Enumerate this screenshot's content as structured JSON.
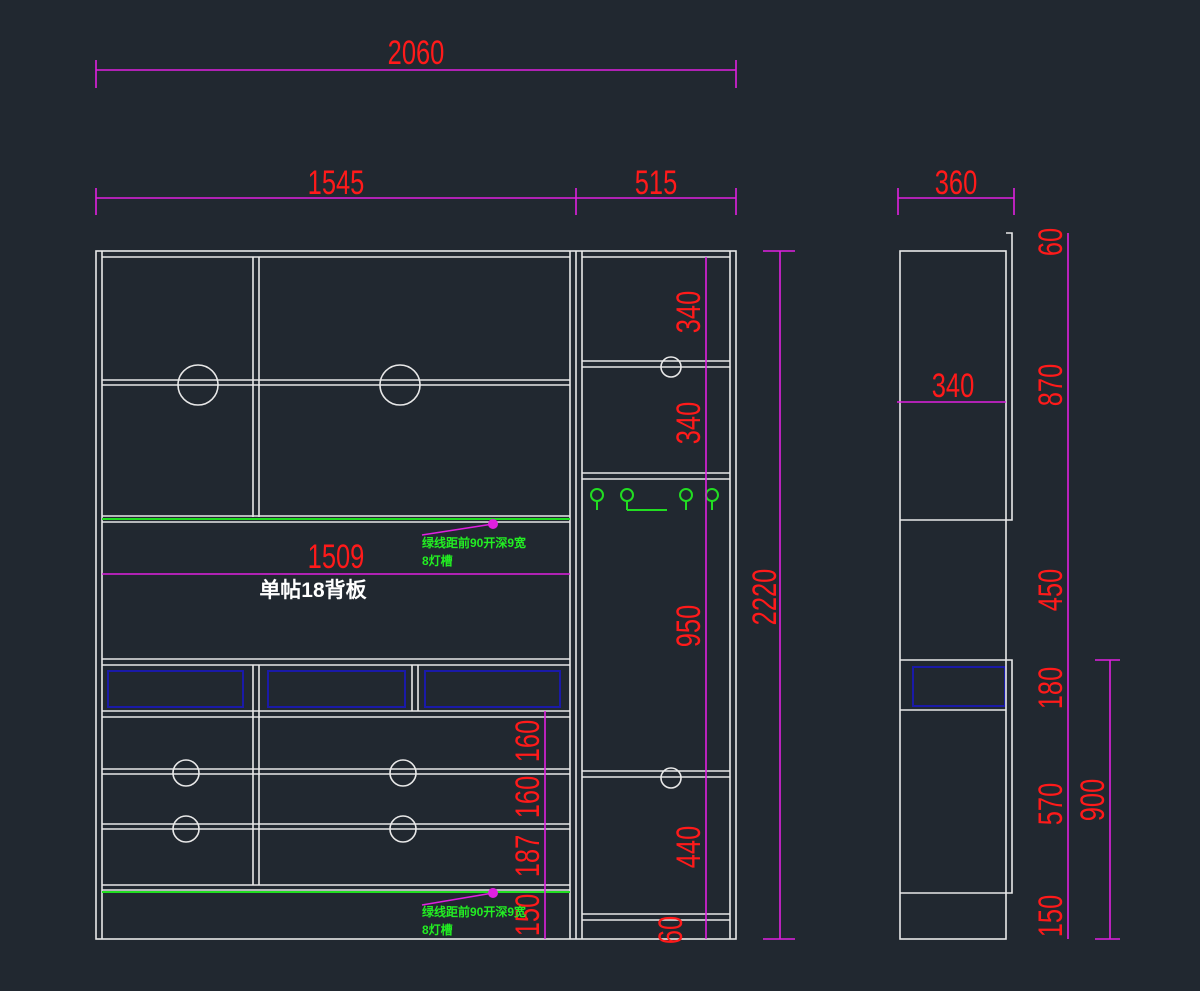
{
  "colors": {
    "background": "#212830",
    "outline": "#e8e8e8",
    "dimension_line": "#e020e0",
    "dimension_text": "#ff1a1a",
    "led_groove": "#22dd22",
    "drawer": "#1a1aa8"
  },
  "front": {
    "overall_width": "2060",
    "left_width": "1545",
    "right_width": "515",
    "height": "2220",
    "backboard_width": "1509",
    "backboard_label": "单帖18背板",
    "right_dims": [
      "340",
      "340",
      "950",
      "440",
      "60"
    ],
    "lower_dims": [
      "160",
      "160",
      "187",
      "150"
    ],
    "notes": [
      {
        "line1": "绿线距前90开深9宽",
        "line2": "8灯槽"
      },
      {
        "line1": "绿线距前90开深9宽",
        "line2": "8灯槽"
      }
    ]
  },
  "side": {
    "depth": "360",
    "inner_depth": "340",
    "dims": [
      "60",
      "870",
      "450",
      "180",
      "570",
      "150"
    ],
    "lower_total": "900"
  }
}
